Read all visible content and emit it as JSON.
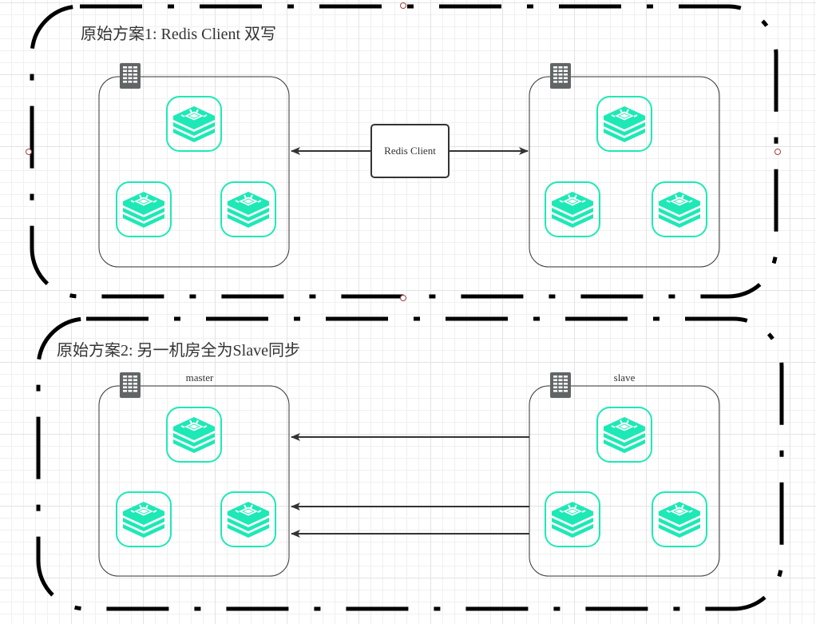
{
  "colors": {
    "redis_accent": "#1de9b6",
    "server_icon": "#616566",
    "line": "#333333",
    "border": "#000000",
    "handle": "#a04040"
  },
  "groups": [
    {
      "title": "原始方案1: Redis Client 双写",
      "client_label": "Redis Client",
      "rooms": [
        {
          "label": "",
          "icon": "server-rack-icon",
          "nodes": [
            "redis-icon",
            "redis-icon",
            "redis-icon"
          ]
        },
        {
          "label": "",
          "icon": "server-rack-icon",
          "nodes": [
            "redis-icon",
            "redis-icon",
            "redis-icon"
          ]
        }
      ],
      "connections": [
        {
          "from": "Redis Client",
          "to": "room-left",
          "direction": "left"
        },
        {
          "from": "Redis Client",
          "to": "room-right",
          "direction": "right"
        }
      ]
    },
    {
      "title": "原始方案2: 另一机房全为Slave同步",
      "rooms": [
        {
          "label": "master",
          "icon": "server-rack-icon",
          "nodes": [
            "redis-icon",
            "redis-icon",
            "redis-icon"
          ]
        },
        {
          "label": "slave",
          "icon": "server-rack-icon",
          "nodes": [
            "redis-icon",
            "redis-icon",
            "redis-icon"
          ]
        }
      ],
      "connections": [
        {
          "from": "slave",
          "to": "master",
          "direction": "left"
        },
        {
          "from": "slave",
          "to": "master",
          "direction": "left"
        },
        {
          "from": "slave",
          "to": "master",
          "direction": "left"
        }
      ]
    }
  ]
}
